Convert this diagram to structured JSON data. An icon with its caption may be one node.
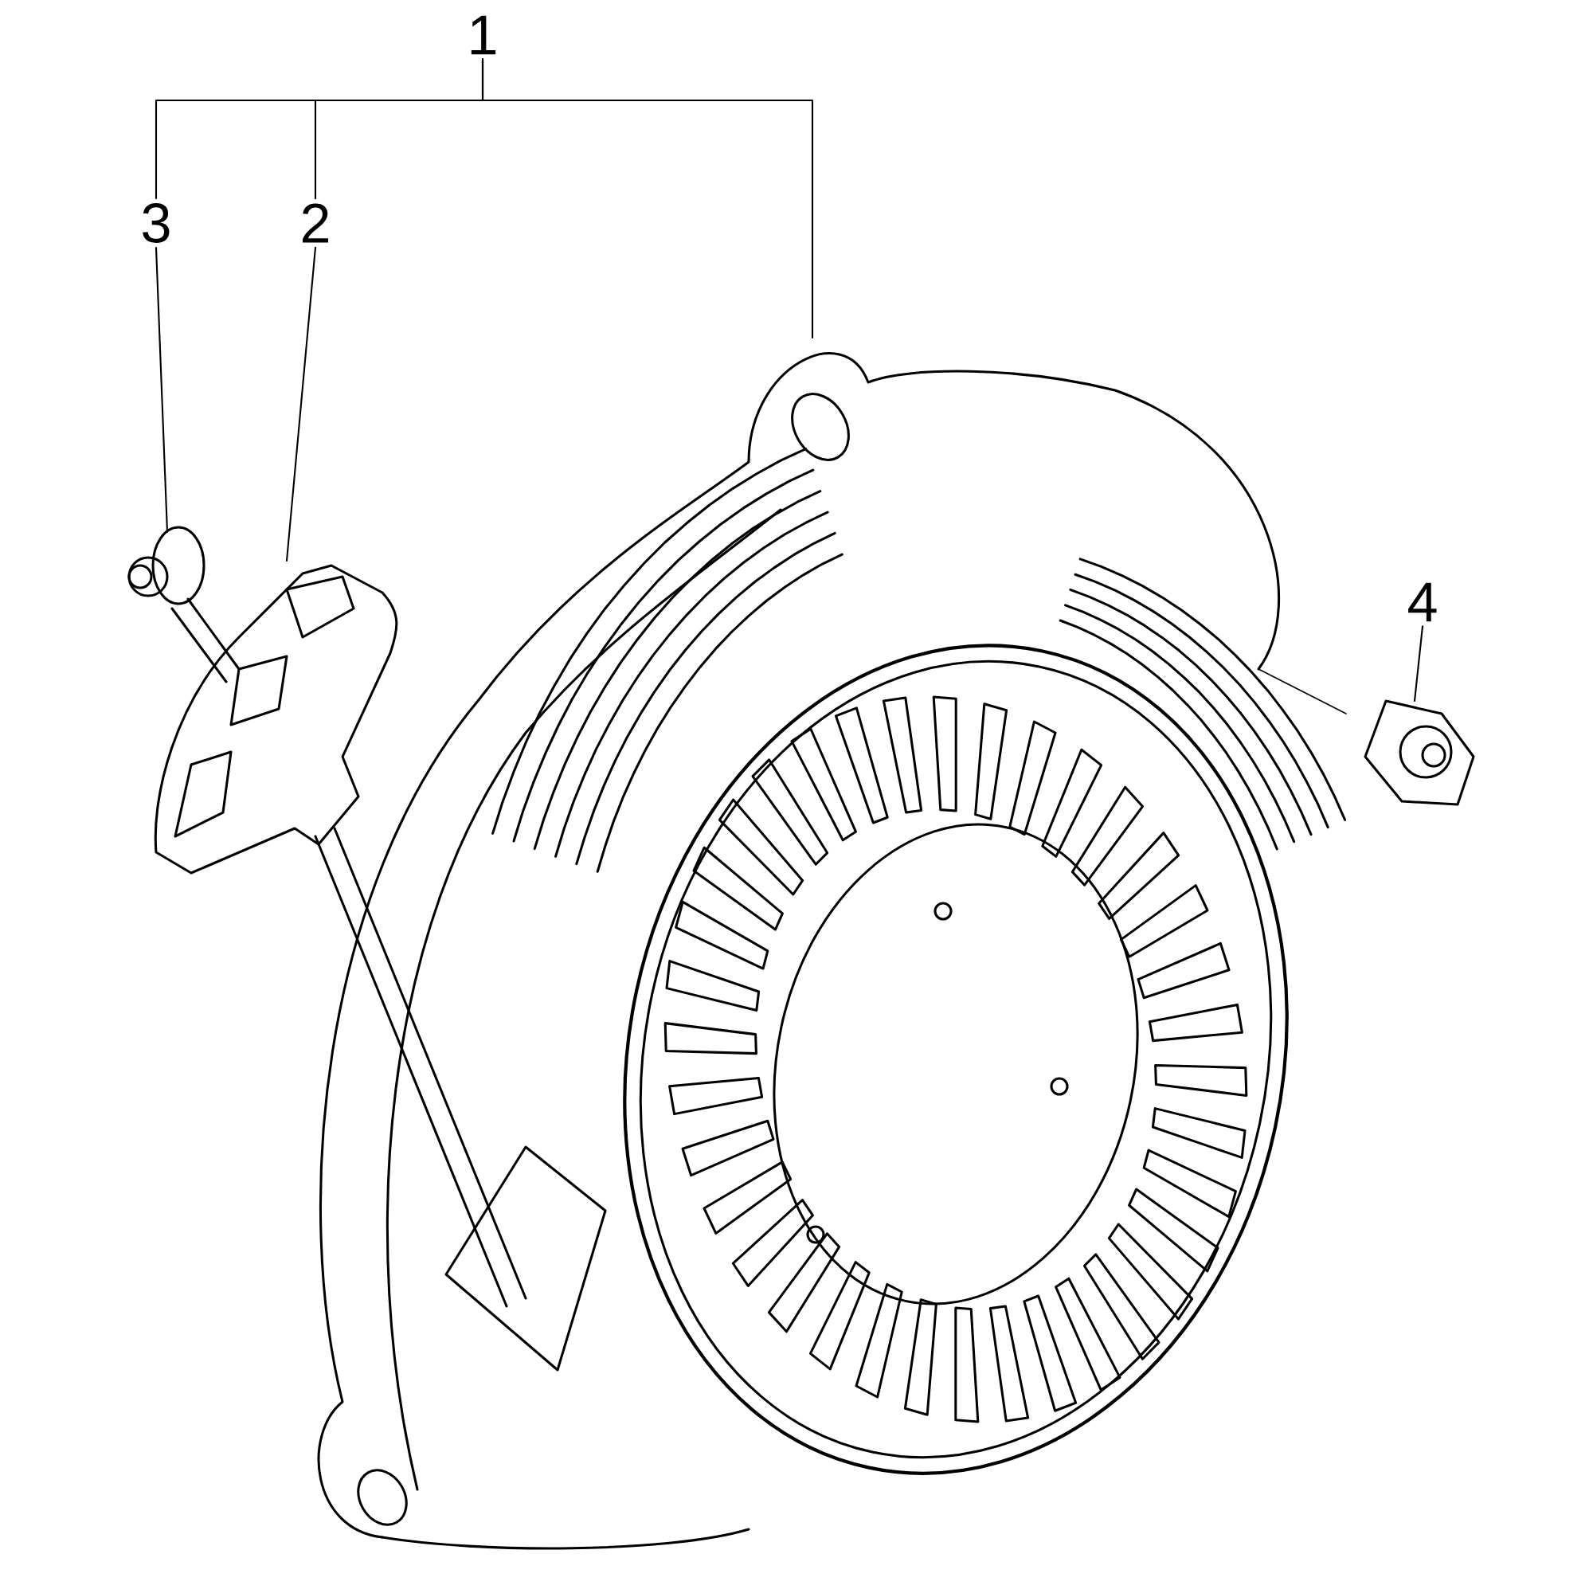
{
  "diagram": {
    "nodes": [
      {
        "text": [
          "1"
        ]
      },
      {
        "text": [
          "3"
        ]
      },
      {
        "text": [
          "2"
        ]
      },
      {
        "text": [
          "4"
        ]
      },
      {
        "text": [],
        "shape": "picture"
      },
      {
        "text": [],
        "shape": "picture"
      },
      {
        "text": [],
        "shape": "picture"
      },
      {
        "text": [],
        "shape": "picture"
      }
    ],
    "edges": [
      {
        "from": 0,
        "to": 1,
        "arrow": "none"
      },
      {
        "from": 0,
        "to": 2,
        "arrow": "none"
      },
      {
        "from": 0,
        "to": 4,
        "arrow": "none"
      },
      {
        "from": 1,
        "to": 5,
        "arrow": "none"
      },
      {
        "from": 2,
        "to": 6,
        "arrow": "none"
      },
      {
        "from": 3,
        "to": 7,
        "arrow": "none"
      }
    ]
  }
}
